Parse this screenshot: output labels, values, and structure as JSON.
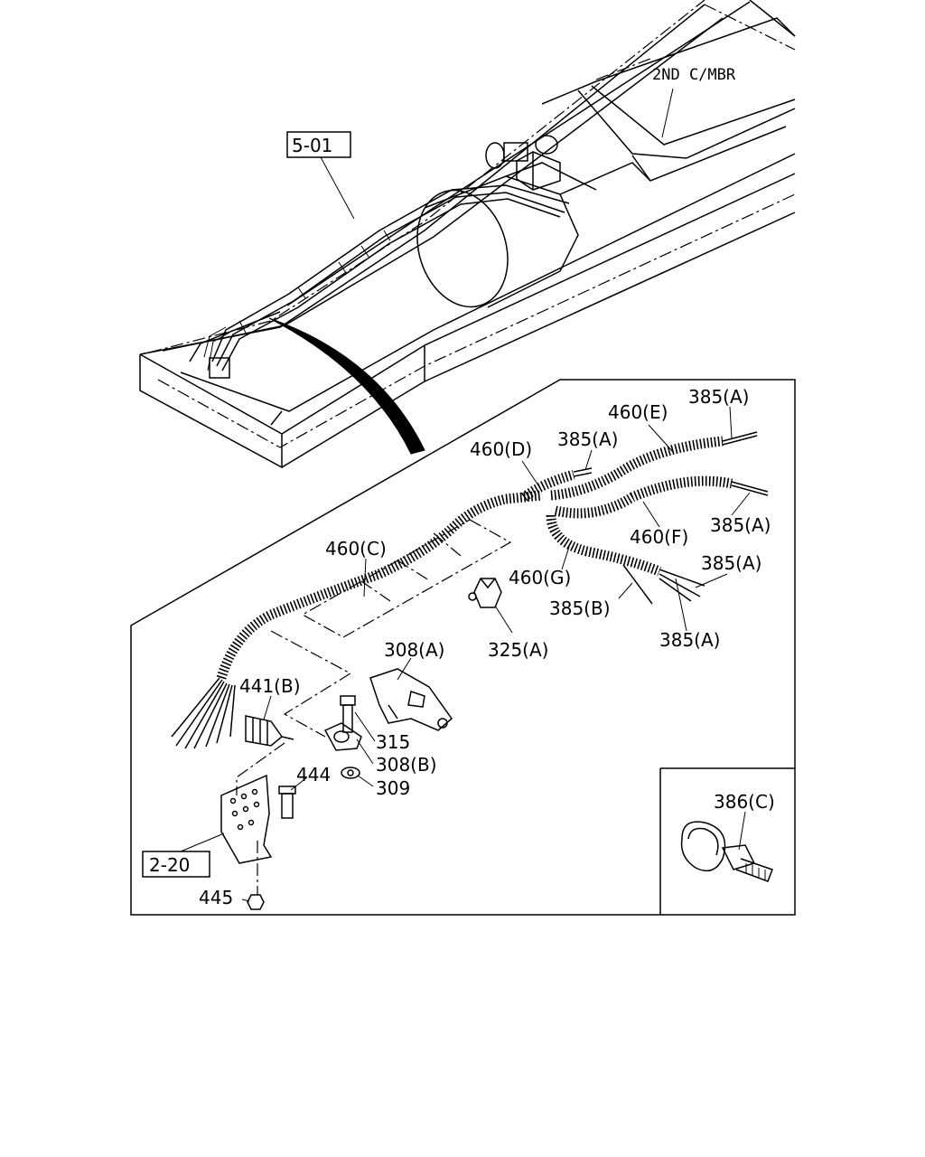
{
  "refs": {
    "ref_501": "5-01",
    "ref_220": "2-20"
  },
  "labels": {
    "crossmember": "2ND C/MBR",
    "hose_c": "460(C)",
    "hose_d": "460(D)",
    "hose_e": "460(E)",
    "hose_f": "460(F)",
    "hose_g": "460(G)",
    "wire_a1": "385(A)",
    "wire_a2": "385(A)",
    "wire_a3": "385(A)",
    "wire_a4": "385(A)",
    "wire_a5": "385(A)",
    "wire_b": "385(B)",
    "clip_325a": "325(A)",
    "clamp_308a": "308(A)",
    "clamp_308b": "308(B)",
    "bolt_315": "315",
    "washer_309": "309",
    "connector_441b": "441(B)",
    "bolt_444": "444",
    "nut_445": "445",
    "band_386c": "386(C)"
  }
}
